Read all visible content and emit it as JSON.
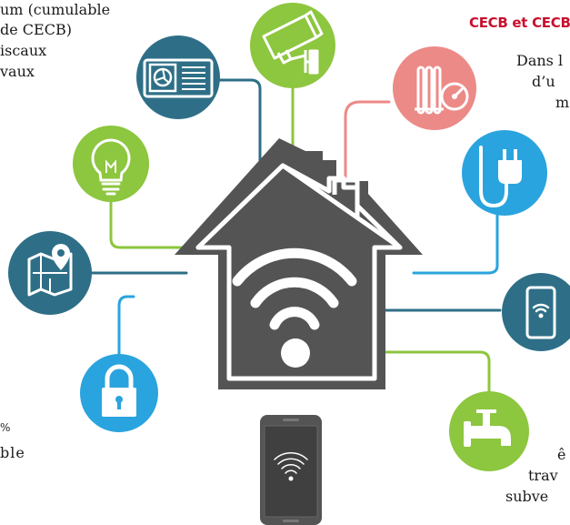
{
  "left_text": {
    "line1": "um (cumulable",
    "line2": "de CECB)",
    "line3": "iscaux",
    "line4": "vaux",
    "line5": "%",
    "line6": "ble"
  },
  "right_text": {
    "heading": "CECB et CECB",
    "line1": "Dans l",
    "line2": "d’u",
    "line3": "m",
    "line4": "ê",
    "line5": "trav",
    "line6": "subve"
  },
  "colors": {
    "house_fill": "#545454",
    "house_stroke": "#ffffff",
    "teal": "#2e6f87",
    "green": "#8dc63f",
    "blue": "#2aa4de",
    "coral": "#ec8a87",
    "heading_red": "#c8102e"
  },
  "icons": [
    "air-conditioner-icon",
    "security-camera-icon",
    "radiator-thermostat-icon",
    "power-plug-icon",
    "light-bulb-icon",
    "map-location-icon",
    "smartphone-wifi-icon",
    "padlock-icon",
    "water-faucet-icon",
    "wifi-icon",
    "phone-wifi-icon"
  ]
}
